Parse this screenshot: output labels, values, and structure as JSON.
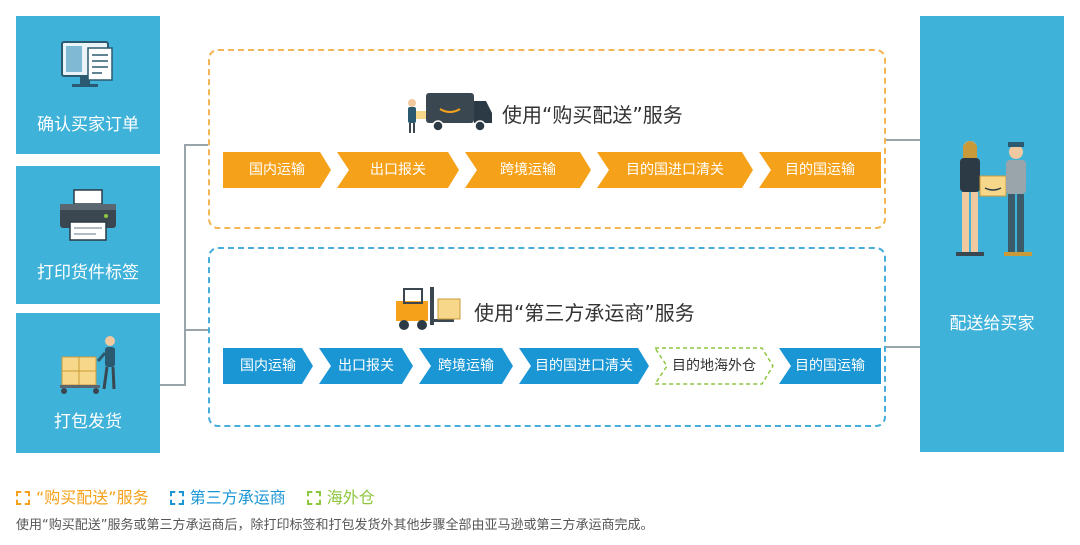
{
  "steps": [
    {
      "label": "确认买家订单",
      "icon": "order-screen-icon"
    },
    {
      "label": "打印货件标签",
      "icon": "printer-icon"
    },
    {
      "label": "打包发货",
      "icon": "packing-worker-icon"
    }
  ],
  "right_box": {
    "label": "配送给买家",
    "icon": "delivery-handover-icon"
  },
  "panel_buy": {
    "title": "使用“购买配送”服务",
    "icon": "delivery-van-icon",
    "color": "#f5a11a",
    "stages": [
      "国内运输",
      "出口报关",
      "跨境运输",
      "目的国进口清关",
      "目的国运输"
    ]
  },
  "panel_third": {
    "title": "使用“第三方承运商”服务",
    "icon": "forklift-icon",
    "color": "#1a96d4",
    "stages": [
      "国内运输",
      "出口报关",
      "跨境运输",
      "目的国进口清关",
      "目的地海外仓",
      "目的国运输"
    ],
    "overseas_color": "#8dc63f"
  },
  "legend": [
    {
      "label": "“购买配送”服务",
      "color": "#f5a11a"
    },
    {
      "label": "第三方承运商",
      "color": "#1a96d4"
    },
    {
      "label": "海外仓",
      "color": "#8dc63f"
    }
  ],
  "footnote": "使用“购买配送”服务或第三方承运商后，除打印标签和打包发货外其他步骤全部由亚马逊或第三方承运商完成。"
}
